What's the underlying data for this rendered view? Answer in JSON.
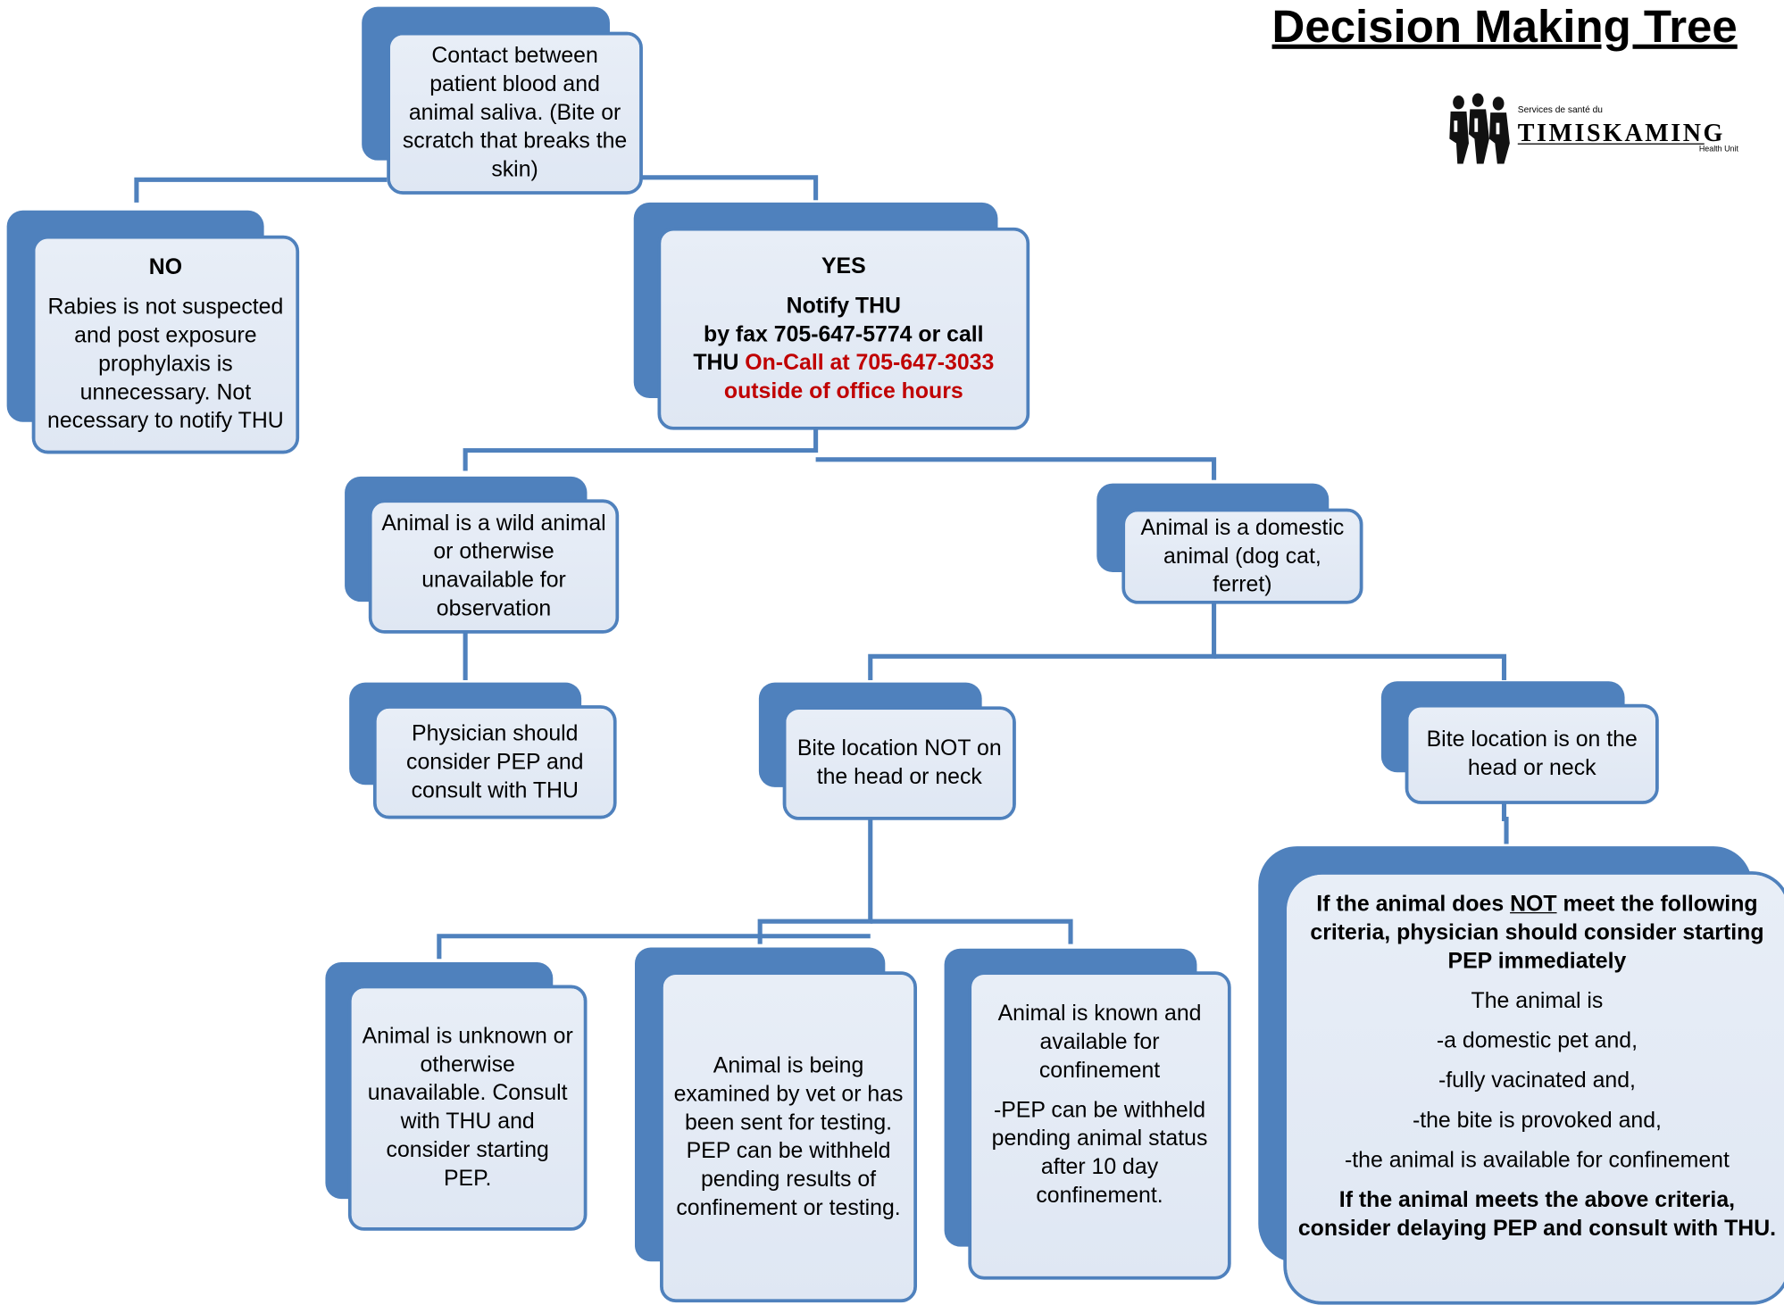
{
  "title": "Decision Making Tree",
  "logo": {
    "top_line": "Services de santé du",
    "name": "TIMISKAMING",
    "bottom_line": "Health Unit"
  },
  "colors": {
    "box_border": "#4f81bd",
    "connector": "#4f81bd",
    "emphasis_red": "#c00000",
    "box_fill": "#e8eef7"
  },
  "nodes": {
    "contact": {
      "text": "Contact between patient blood and animal saliva. (Bite or scratch that breaks the skin)"
    },
    "no": {
      "heading": "NO",
      "text": "Rabies is not suspected and post exposure prophylaxis is unnecessary. Not necessary to notify THU"
    },
    "yes": {
      "heading": "YES",
      "line1": "Notify THU",
      "line2": "by fax 705-647-5774 or call",
      "line3_prefix": "THU ",
      "line3_red": "On-Call at 705-647-3033",
      "line4_red": "outside of office hours"
    },
    "wild": {
      "text": "Animal is a wild animal or otherwise unavailable for observation"
    },
    "domestic": {
      "text": "Animal is a domestic animal (dog cat, ferret)"
    },
    "physician": {
      "text": "Physician should consider  PEP and consult with THU"
    },
    "not_head": {
      "text": "Bite location NOT on the head or neck"
    },
    "head": {
      "text": "Bite location is on the head or neck"
    },
    "unknown": {
      "text": "Animal is unknown or otherwise unavailable. Consult with THU and consider starting PEP."
    },
    "examined": {
      "text": "Animal is being examined by vet or has been sent for testing.  PEP can be withheld pending results of confinement or testing."
    },
    "known": {
      "text1": "Animal is  known and available for confinement",
      "text2": "-PEP can be withheld pending animal status after 10 day confinement."
    },
    "criteria": {
      "intro_prefix": "If the animal does ",
      "intro_not": "NOT",
      "intro_suffix": " meet the following  criteria, physician should consider starting PEP immediately",
      "items": [
        "The animal is",
        "-a domestic pet and,",
        "-fully vacinated and,",
        "-the bite is provoked and,",
        "-the animal is available for confinement"
      ],
      "conclusion": "If the animal meets the above criteria, consider delaying PEP and consult with THU."
    }
  }
}
